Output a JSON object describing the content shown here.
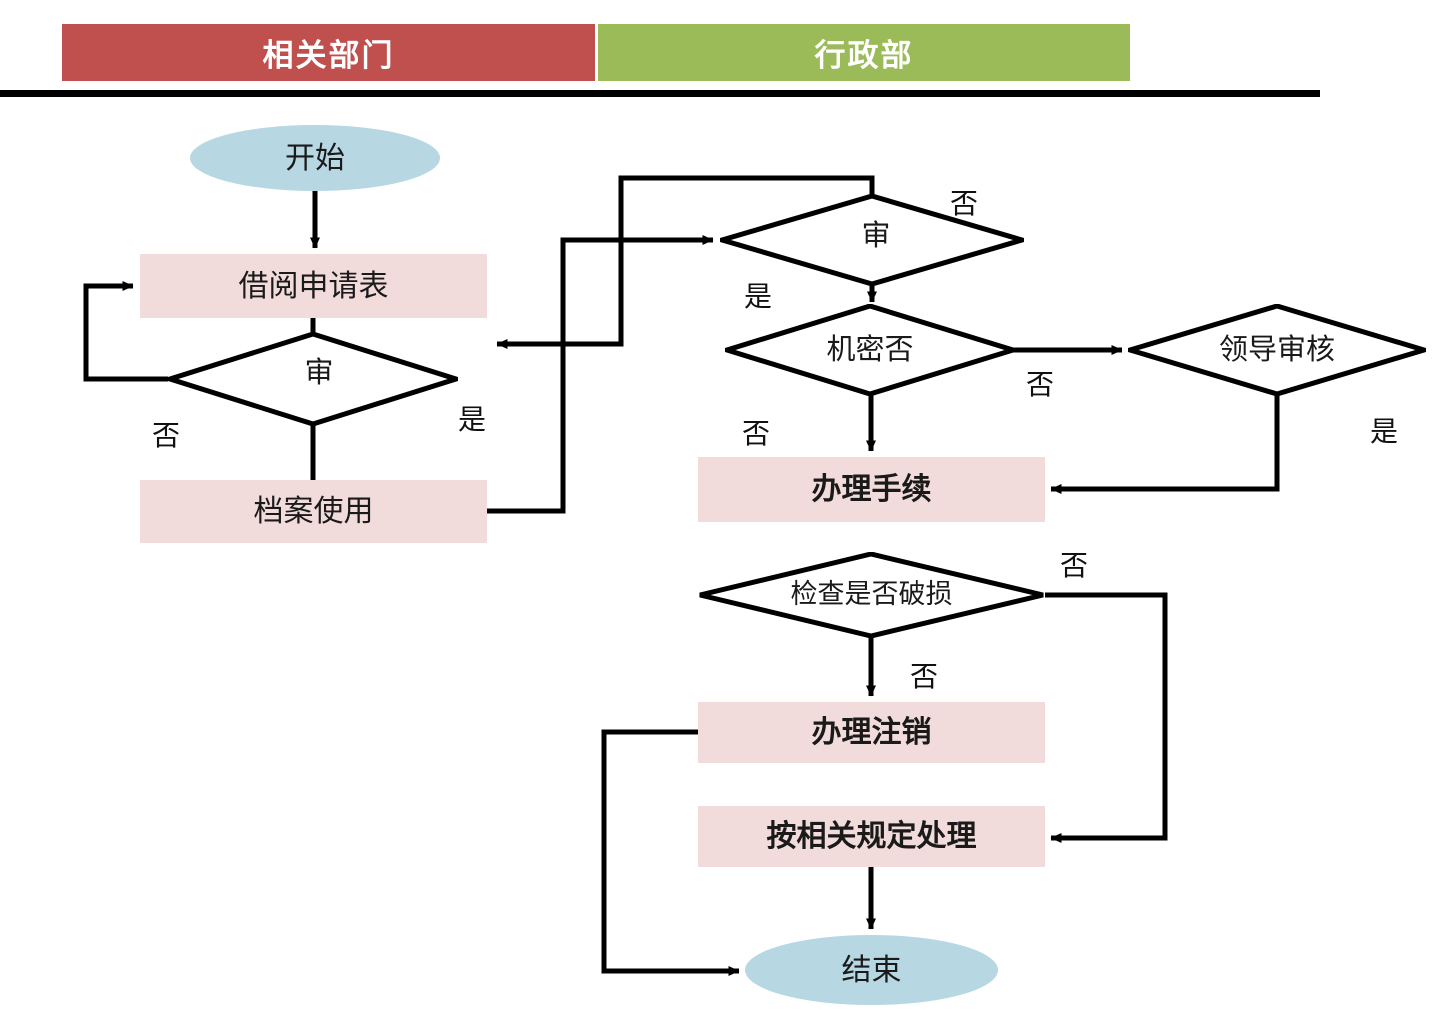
{
  "lanes": [
    {
      "id": "lane-related-dept",
      "label": "相关部门",
      "color": "#c0504d"
    },
    {
      "id": "lane-admin-dept",
      "label": "行政部",
      "color": "#9bbb59"
    }
  ],
  "palette": {
    "process_fill": "#f2dcdb",
    "terminator_fill": "#b7d7e3",
    "line": "#000000",
    "lane_red": "#c0504d",
    "lane_green": "#9bbb59",
    "divider": "#000000"
  },
  "nodes": [
    {
      "id": "start",
      "type": "terminator",
      "label": "开始",
      "lane": "lane-related-dept"
    },
    {
      "id": "borrow-form",
      "type": "process",
      "label": "借阅申请表",
      "lane": "lane-related-dept"
    },
    {
      "id": "review-left",
      "type": "decision",
      "label": "审",
      "lane": "lane-related-dept"
    },
    {
      "id": "archive-use",
      "type": "process",
      "label": "档案使用",
      "lane": "lane-related-dept"
    },
    {
      "id": "review-right",
      "type": "decision",
      "label": "审",
      "lane": "lane-admin-dept"
    },
    {
      "id": "confidential",
      "type": "decision",
      "label": "机密否",
      "lane": "lane-admin-dept"
    },
    {
      "id": "leader-review",
      "type": "decision",
      "label": "领导审核",
      "lane": "lane-admin-dept"
    },
    {
      "id": "do-procedures",
      "type": "process",
      "label": "办理手续",
      "lane": "lane-admin-dept"
    },
    {
      "id": "check-damage",
      "type": "decision",
      "label": "检查是否破损",
      "lane": "lane-admin-dept"
    },
    {
      "id": "do-cancel",
      "type": "process",
      "label": "办理注销",
      "lane": "lane-admin-dept"
    },
    {
      "id": "handle-by-rule",
      "type": "process",
      "label": "按相关规定处理",
      "lane": "lane-admin-dept"
    },
    {
      "id": "end",
      "type": "terminator",
      "label": "结束",
      "lane": "lane-admin-dept"
    }
  ],
  "edge_labels": {
    "left_review_no": "否",
    "left_review_yes": "是",
    "right_review_no": "否",
    "right_review_yes": "是",
    "confidential_no_down": "否",
    "confidential_no_right": "否",
    "leader_review_yes": "是",
    "check_damage_no_right": "否",
    "check_damage_no_down": "否"
  },
  "edges": [
    {
      "from": "start",
      "to": "borrow-form",
      "label": ""
    },
    {
      "from": "borrow-form",
      "to": "review-left",
      "label": ""
    },
    {
      "from": "review-left",
      "to": "borrow-form",
      "label": "否"
    },
    {
      "from": "review-left",
      "to": "archive-use",
      "label": ""
    },
    {
      "from": "archive-use",
      "to": "review-right",
      "label": "是"
    },
    {
      "from": "review-right",
      "to": "confidential",
      "label": "是"
    },
    {
      "from": "review-right",
      "to": "review-left",
      "label": "否"
    },
    {
      "from": "confidential",
      "to": "do-procedures",
      "label": "否"
    },
    {
      "from": "confidential",
      "to": "leader-review",
      "label": "否"
    },
    {
      "from": "leader-review",
      "to": "do-procedures",
      "label": "是"
    },
    {
      "from": "check-damage",
      "to": "do-cancel",
      "label": "否"
    },
    {
      "from": "check-damage",
      "to": "handle-by-rule",
      "label": "否"
    },
    {
      "from": "do-cancel",
      "to": "end",
      "label": ""
    },
    {
      "from": "handle-by-rule",
      "to": "end",
      "label": ""
    }
  ]
}
